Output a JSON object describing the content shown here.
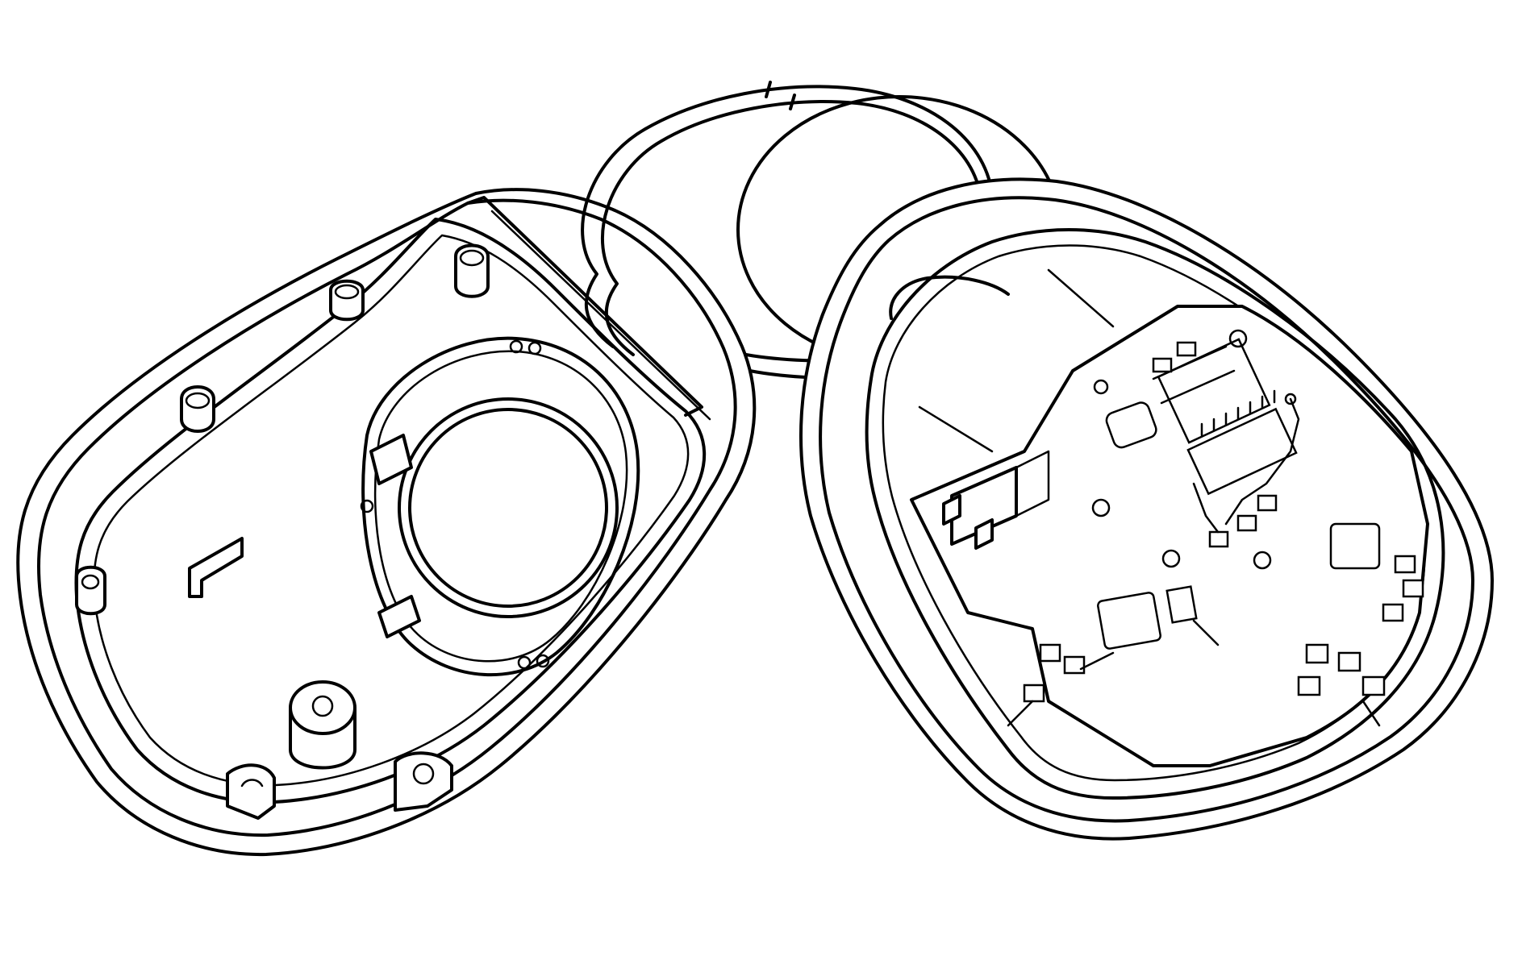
{
  "illustration": {
    "background": "#ffffff",
    "line_color": "#000000",
    "parts": [
      "left-housing",
      "key-ring",
      "battery-coin",
      "right-housing",
      "circuit-board"
    ]
  }
}
